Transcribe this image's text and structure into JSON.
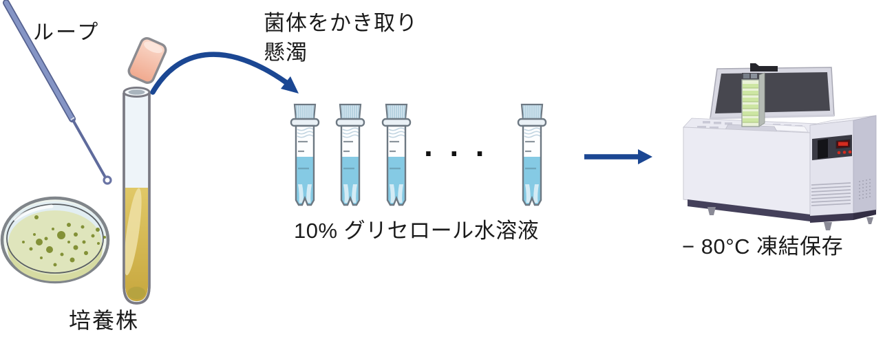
{
  "labels": {
    "loop": "ループ",
    "scrape_line1": "菌体をかき取り",
    "scrape_line2": "懸濁",
    "glycerol": "10% グリセロール水溶液",
    "ellipsis": "···",
    "culture": "培養株",
    "freezer": "− 80°C 凍結保存"
  },
  "colors": {
    "arrow_blue": "#1b4793",
    "loop_handle_blue": "#8595c5",
    "tube_liquid_amber": "#d3b94e",
    "tube_cap_pink": "#f2ab93",
    "agar_green": "#dfe5bc",
    "colony_olive": "#839137",
    "vial_liquid_blue": "#85cae4",
    "vial_cap_blue": "#d7e7f1",
    "freezer_body": "#ebebf3",
    "freezer_lid_inner": "#47474f",
    "rack_green": "#cde6a3",
    "led_red": "#d42b1f"
  },
  "figures": {
    "inoculation_loop": "inoculation-loop",
    "petri_dish": "petri-dish-with-colonies",
    "test_tube": "culture-test-tube",
    "curved_arrow": "scrape-and-suspend-arrow",
    "cryovials": "glycerol-stock-cryovials",
    "straight_arrow": "to-freezer-arrow",
    "deep_freezer": "minus-80c-chest-freezer"
  }
}
